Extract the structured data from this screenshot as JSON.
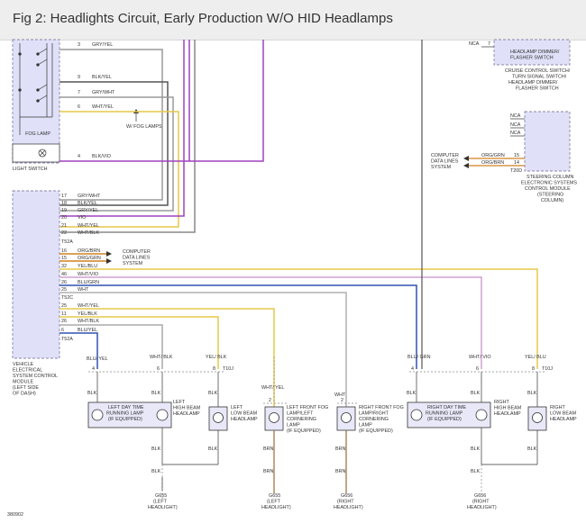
{
  "figure": {
    "title": "Fig 2: Headlights Circuit, Early Production W/O HID Headlamps",
    "id": "380902"
  },
  "colors": {
    "gry": "#9a9a9a",
    "yel": "#e6c84a",
    "grn": "#4e9a4e",
    "vio": "#a040c0",
    "wht": "#b0b0b0",
    "blu": "#3050b0",
    "brn": "#9a6a3a",
    "blk": "#222222",
    "org": "#d08020",
    "module_fill": "#e0e0f8"
  },
  "light_switch": {
    "label": "LIGHT SWITCH",
    "fog_label": "FOG LAMP",
    "pins": [
      {
        "pin": "3",
        "wire": "GRY/YEL"
      },
      {
        "pin": "9",
        "wire": "BLK/YEL"
      },
      {
        "pin": "7",
        "wire": "GRY/WHT"
      },
      {
        "pin": "6",
        "wire": "WHT/YEL"
      },
      {
        "pin": "4",
        "wire": "BLK/VIO"
      }
    ],
    "fog_note": "W/ FOG LAMPS"
  },
  "vescm": {
    "label": "VEHICLE ELECTRICAL SYSTEM CONTROL MODULE (LEFT SIDE OF DASH)",
    "connector_a": "T52A",
    "connector_c": "T52C",
    "pins": [
      {
        "pin": "17",
        "wire": "GRY/WHT"
      },
      {
        "pin": "18",
        "wire": "BLK/YEL"
      },
      {
        "pin": "19",
        "wire": "GRY/YEL"
      },
      {
        "pin": "20",
        "wire": "VIO"
      },
      {
        "pin": "21",
        "wire": "WHT/YEL"
      },
      {
        "pin": "22",
        "wire": "WHT/BLK"
      },
      {
        "pin": "16",
        "wire": "ORG/BRN"
      },
      {
        "pin": "15",
        "wire": "ORG/GRN"
      },
      {
        "pin": "32",
        "wire": "YEL/BLU"
      },
      {
        "pin": "46",
        "wire": "WHT/VIO"
      },
      {
        "pin": "26",
        "wire": "BLU/GRN"
      },
      {
        "pin": "25",
        "wire": "WHT"
      },
      {
        "pin": "25",
        "wire": "WHT/YEL"
      },
      {
        "pin": "11",
        "wire": "YEL/BLK"
      },
      {
        "pin": "26",
        "wire": "WHT/BLK"
      },
      {
        "pin": "6",
        "wire": "BLU/YEL"
      }
    ],
    "data_label": "COMPUTER DATA LINES SYSTEM"
  },
  "cruise": {
    "dimmer_label": "HEADLAMP DIMMER/ FLASHER SWITCH",
    "nca": "NCA",
    "pin": "7",
    "switch_label": "CRUISE CONTROL SWITCH/ TURN SIGNAL SWITCH/ HEADLAMP DIMMER/ FLASHER SWITCH"
  },
  "steering": {
    "label": "STEERING COLUMN ELECTRONIC SYSTEMS CONTROL MODULE (STEERING COLUMN)",
    "connector": "T20D",
    "nca": [
      "NCA",
      "NCA",
      "NCA"
    ],
    "pins": [
      {
        "pin": "15",
        "wire": "ORG/GRN"
      },
      {
        "pin": "14",
        "wire": "ORG/BRN"
      }
    ],
    "data_label": "COMPUTER DATA LINES SYSTEM"
  },
  "left_lamp": {
    "wires": [
      "BLU/ YEL",
      "WHT/ BLK",
      "YEL/ BLK"
    ],
    "pins": [
      "4",
      "6",
      "8"
    ],
    "connector": "T10J",
    "gnd_wires": [
      "BLK",
      "BLK",
      "BLK"
    ],
    "drl_label": "LEFT DAY TIME RUNNING LAMP (IF EQUIPPED)",
    "high_label": "LEFT HIGH BEAM HEADLAMP",
    "low_label": "LEFT LOW BEAM HEADLAMP"
  },
  "left_fog": {
    "wire": "WHT/ YEL",
    "pin": "2",
    "label": "LEFT FRONT FOG LAMP/LEFT CORNERING LAMP (IF EQUIPPED)",
    "gnd": "BRN",
    "ground": "G655 (LEFT HEADLIGHT)"
  },
  "right_fog": {
    "wire": "WHT",
    "pin": "2",
    "label": "RIGHT FRONT FOG LAMP/RIGHT CORNERING LAMP (IF EQUIPPED)",
    "gnd": "BRN",
    "ground": "G656 (RIGHT HEADLIGHT)"
  },
  "right_lamp": {
    "wires": [
      "BLU/ GRN",
      "WHT/ VIO",
      "YEL/ BLU"
    ],
    "pins": [
      "4",
      "6",
      "8"
    ],
    "connector": "T10J",
    "drl_label": "RIGHT DAY TIME RUNNING LAMP (IF EQUIPPED)",
    "high_label": "RIGHT HIGH BEAM HEADLAMP",
    "low_label": "RIGHT LOW BEAM HEADLAMP"
  },
  "left_ground": "G655 (LEFT HEADLIGHT)",
  "right_ground": "G656 (RIGHT HEADLIGHT)"
}
